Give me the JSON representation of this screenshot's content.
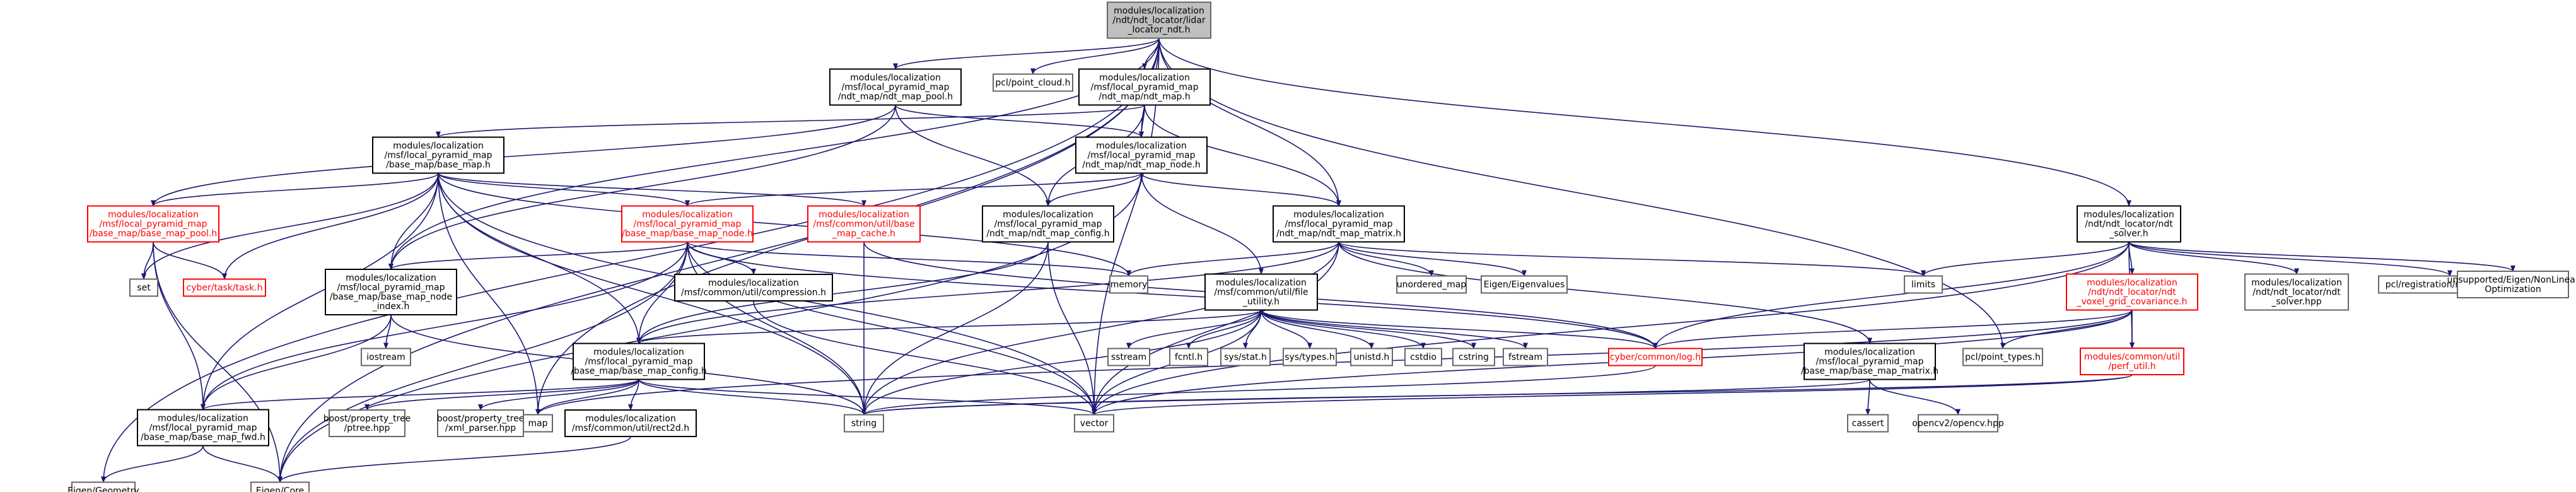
{
  "colors": {
    "edge": "#191970",
    "text": "#000000",
    "text_red": "#ff0000",
    "box_black": "#000000",
    "box_gray": "#666666",
    "box_red": "#ff0000",
    "root_fill": "#bfbfbf",
    "fill": "#ffffff"
  },
  "nodes": [
    {
      "id": "root",
      "kind": "root",
      "lines": [
        "modules/localization",
        "/ndt/ndt_locator/lidar",
        "_locator_ndt.h"
      ]
    },
    {
      "id": "pool_ndt",
      "kind": "file",
      "lines": [
        "modules/localization",
        "/msf/local_pyramid_map",
        "/ndt_map/ndt_map_pool.h"
      ]
    },
    {
      "id": "pcl_pc",
      "kind": "external",
      "lines": [
        "pcl/point_cloud.h"
      ]
    },
    {
      "id": "ndt_map",
      "kind": "file",
      "lines": [
        "modules/localization",
        "/msf/local_pyramid_map",
        "/ndt_map/ndt_map.h"
      ]
    },
    {
      "id": "base_map",
      "kind": "file",
      "lines": [
        "modules/localization",
        "/msf/local_pyramid_map",
        "/base_map/base_map.h"
      ]
    },
    {
      "id": "ndt_node",
      "kind": "file",
      "lines": [
        "modules/localization",
        "/msf/local_pyramid_map",
        "/ndt_map/ndt_map_node.h"
      ]
    },
    {
      "id": "base_pool",
      "kind": "red",
      "lines": [
        "modules/localization",
        "/msf/local_pyramid_map",
        "/base_map/base_map_pool.h"
      ]
    },
    {
      "id": "base_node",
      "kind": "red",
      "lines": [
        "modules/localization",
        "/msf/local_pyramid_map",
        "/base_map/base_map_node.h"
      ]
    },
    {
      "id": "lru_cache",
      "kind": "red",
      "lines": [
        "modules/localization",
        "/msf/common/util/base",
        "_map_cache.h"
      ]
    },
    {
      "id": "ndt_cfg",
      "kind": "file",
      "lines": [
        "modules/localization",
        "/msf/local_pyramid_map",
        "/ndt_map/ndt_map_config.h"
      ]
    },
    {
      "id": "ndt_matrix",
      "kind": "file",
      "lines": [
        "modules/localization",
        "/msf/local_pyramid_map",
        "/ndt_map/ndt_map_matrix.h"
      ]
    },
    {
      "id": "solver",
      "kind": "file",
      "lines": [
        "modules/localization",
        "/ndt/ndt_locator/ndt",
        "_solver.h"
      ]
    },
    {
      "id": "set",
      "kind": "external",
      "lines": [
        "set"
      ]
    },
    {
      "id": "task",
      "kind": "red",
      "lines": [
        "cyber/task/task.h"
      ]
    },
    {
      "id": "node_index",
      "kind": "file",
      "lines": [
        "modules/localization",
        "/msf/local_pyramid_map",
        "/base_map/base_map_node",
        "_index.h"
      ]
    },
    {
      "id": "compression",
      "kind": "file",
      "lines": [
        "modules/localization",
        "/msf/common/util/compression.h"
      ]
    },
    {
      "id": "memory",
      "kind": "external",
      "lines": [
        "memory"
      ]
    },
    {
      "id": "file_util",
      "kind": "file",
      "lines": [
        "modules/localization",
        "/msf/common/util/file",
        "_utility.h"
      ]
    },
    {
      "id": "unordered_map",
      "kind": "external",
      "lines": [
        "unordered_map"
      ]
    },
    {
      "id": "eigenvalues",
      "kind": "external",
      "lines": [
        "Eigen/Eigenvalues"
      ]
    },
    {
      "id": "limits",
      "kind": "external",
      "lines": [
        "limits"
      ]
    },
    {
      "id": "voxel",
      "kind": "red",
      "lines": [
        "modules/localization",
        "/ndt/ndt_locator/ndt",
        "_voxel_grid_covariance.h"
      ]
    },
    {
      "id": "solver_hpp",
      "kind": "external",
      "lines": [
        "modules/localization",
        "/ndt/ndt_locator/ndt",
        "_solver.hpp"
      ]
    },
    {
      "id": "pcl_reg",
      "kind": "external",
      "lines": [
        "pcl/registration/registration.h"
      ]
    },
    {
      "id": "nonlinear",
      "kind": "external",
      "lines": [
        "unsupported/Eigen/NonLinear",
        "Optimization"
      ]
    },
    {
      "id": "iostream",
      "kind": "external",
      "lines": [
        "iostream"
      ]
    },
    {
      "id": "map_config",
      "kind": "file",
      "lines": [
        "modules/localization",
        "/msf/local_pyramid_map",
        "/base_map/base_map_config.h"
      ]
    },
    {
      "id": "sstream",
      "kind": "external",
      "lines": [
        "sstream"
      ]
    },
    {
      "id": "fcntl",
      "kind": "external",
      "lines": [
        "fcntl.h"
      ]
    },
    {
      "id": "sys_stat",
      "kind": "external",
      "lines": [
        "sys/stat.h"
      ]
    },
    {
      "id": "sys_types",
      "kind": "external",
      "lines": [
        "sys/types.h"
      ]
    },
    {
      "id": "unistd",
      "kind": "external",
      "lines": [
        "unistd.h"
      ]
    },
    {
      "id": "cstdio",
      "kind": "external",
      "lines": [
        "cstdio"
      ]
    },
    {
      "id": "cstring",
      "kind": "external",
      "lines": [
        "cstring"
      ]
    },
    {
      "id": "fstream",
      "kind": "external",
      "lines": [
        "fstream"
      ]
    },
    {
      "id": "log",
      "kind": "red",
      "lines": [
        "cyber/common/log.h"
      ]
    },
    {
      "id": "base_matrix",
      "kind": "file",
      "lines": [
        "modules/localization",
        "/msf/local_pyramid_map",
        "/base_map/base_map_matrix.h"
      ]
    },
    {
      "id": "pcl_types",
      "kind": "external",
      "lines": [
        "pcl/point_types.h"
      ]
    },
    {
      "id": "perf",
      "kind": "red",
      "lines": [
        "modules/common/util",
        "/perf_util.h"
      ]
    },
    {
      "id": "ptree",
      "kind": "external",
      "lines": [
        "boost/property_tree",
        "/ptree.hpp"
      ]
    },
    {
      "id": "xml_parser",
      "kind": "external",
      "lines": [
        "boost/property_tree",
        "/xml_parser.hpp"
      ]
    },
    {
      "id": "map",
      "kind": "external",
      "lines": [
        "map"
      ]
    },
    {
      "id": "rect2d",
      "kind": "file",
      "lines": [
        "modules/localization",
        "/msf/common/util/rect2d.h"
      ]
    },
    {
      "id": "string",
      "kind": "external",
      "lines": [
        "string"
      ]
    },
    {
      "id": "vector",
      "kind": "external",
      "lines": [
        "vector"
      ]
    },
    {
      "id": "cassert",
      "kind": "external",
      "lines": [
        "cassert"
      ]
    },
    {
      "id": "opencv",
      "kind": "external",
      "lines": [
        "opencv2/opencv.hpp"
      ]
    },
    {
      "id": "fwd",
      "kind": "file",
      "lines": [
        "modules/localization",
        "/msf/local_pyramid_map",
        "/base_map/base_map_fwd.h"
      ]
    },
    {
      "id": "eigen_geom",
      "kind": "external",
      "lines": [
        "Eigen/Geometry"
      ]
    },
    {
      "id": "eigen_core",
      "kind": "external",
      "lines": [
        "Eigen/Core"
      ]
    }
  ],
  "edges": [
    [
      "root",
      "pool_ndt"
    ],
    [
      "root",
      "pcl_pc"
    ],
    [
      "root",
      "ndt_map"
    ],
    [
      "root",
      "ndt_node"
    ],
    [
      "root",
      "ndt_matrix"
    ],
    [
      "root",
      "node_index"
    ],
    [
      "root",
      "solver"
    ],
    [
      "root",
      "eigen_geom"
    ],
    [
      "root",
      "eigen_core"
    ],
    [
      "root",
      "map"
    ],
    [
      "root",
      "vector"
    ],
    [
      "root",
      "pcl_types"
    ],
    [
      "pool_ndt",
      "base_pool"
    ],
    [
      "pool_ndt",
      "ndt_cfg"
    ],
    [
      "pool_ndt",
      "ndt_node"
    ],
    [
      "pool_ndt",
      "node_index"
    ],
    [
      "ndt_map",
      "base_map"
    ],
    [
      "ndt_map",
      "ndt_node"
    ],
    [
      "ndt_map",
      "ndt_cfg"
    ],
    [
      "ndt_map",
      "ndt_matrix"
    ],
    [
      "base_map",
      "base_pool"
    ],
    [
      "base_map",
      "base_node"
    ],
    [
      "base_map",
      "lru_cache"
    ],
    [
      "base_map",
      "set"
    ],
    [
      "base_map",
      "task"
    ],
    [
      "base_map",
      "node_index"
    ],
    [
      "base_map",
      "memory"
    ],
    [
      "base_map",
      "map_config"
    ],
    [
      "base_map",
      "fwd"
    ],
    [
      "base_map",
      "map"
    ],
    [
      "base_map",
      "string"
    ],
    [
      "base_map",
      "vector"
    ],
    [
      "ndt_node",
      "base_node"
    ],
    [
      "ndt_node",
      "ndt_cfg"
    ],
    [
      "ndt_node",
      "ndt_matrix"
    ],
    [
      "ndt_node",
      "file_util"
    ],
    [
      "ndt_node",
      "eigen_core"
    ],
    [
      "base_pool",
      "set"
    ],
    [
      "base_pool",
      "task"
    ],
    [
      "base_pool",
      "fwd"
    ],
    [
      "base_pool",
      "eigen_core"
    ],
    [
      "base_node",
      "node_index"
    ],
    [
      "base_node",
      "compression"
    ],
    [
      "base_node",
      "memory"
    ],
    [
      "base_node",
      "map_config"
    ],
    [
      "base_node",
      "fwd"
    ],
    [
      "base_node",
      "string"
    ],
    [
      "base_node",
      "vector"
    ],
    [
      "base_node",
      "eigen_core"
    ],
    [
      "base_node",
      "log"
    ],
    [
      "lru_cache",
      "log"
    ],
    [
      "lru_cache",
      "string"
    ],
    [
      "ndt_cfg",
      "map_config"
    ],
    [
      "ndt_cfg",
      "string"
    ],
    [
      "ndt_cfg",
      "vector"
    ],
    [
      "ndt_matrix",
      "memory"
    ],
    [
      "ndt_matrix",
      "unordered_map"
    ],
    [
      "ndt_matrix",
      "eigenvalues"
    ],
    [
      "ndt_matrix",
      "limits"
    ],
    [
      "ndt_matrix",
      "base_matrix"
    ],
    [
      "ndt_matrix",
      "map_config"
    ],
    [
      "ndt_matrix",
      "vector"
    ],
    [
      "ndt_matrix",
      "string"
    ],
    [
      "solver",
      "limits"
    ],
    [
      "solver",
      "voxel"
    ],
    [
      "solver",
      "solver_hpp"
    ],
    [
      "solver",
      "pcl_reg"
    ],
    [
      "solver",
      "nonlinear"
    ],
    [
      "solver",
      "perf"
    ],
    [
      "solver",
      "log"
    ],
    [
      "solver",
      "vector"
    ],
    [
      "node_index",
      "iostream"
    ],
    [
      "node_index",
      "string"
    ],
    [
      "node_index",
      "fwd"
    ],
    [
      "compression",
      "vector"
    ],
    [
      "file_util",
      "sstream"
    ],
    [
      "file_util",
      "fcntl"
    ],
    [
      "file_util",
      "sys_stat"
    ],
    [
      "file_util",
      "sys_types"
    ],
    [
      "file_util",
      "unistd"
    ],
    [
      "file_util",
      "cstdio"
    ],
    [
      "file_util",
      "cstring"
    ],
    [
      "file_util",
      "fstream"
    ],
    [
      "file_util",
      "log"
    ],
    [
      "file_util",
      "string"
    ],
    [
      "file_util",
      "vector"
    ],
    [
      "file_util",
      "map_config"
    ],
    [
      "voxel",
      "log"
    ],
    [
      "voxel",
      "pcl_types"
    ],
    [
      "voxel",
      "perf"
    ],
    [
      "voxel",
      "map"
    ],
    [
      "voxel",
      "vector"
    ],
    [
      "map_config",
      "ptree"
    ],
    [
      "map_config",
      "xml_parser"
    ],
    [
      "map_config",
      "map"
    ],
    [
      "map_config",
      "rect2d"
    ],
    [
      "map_config",
      "string"
    ],
    [
      "map_config",
      "vector"
    ],
    [
      "map_config",
      "fwd"
    ],
    [
      "base_matrix",
      "cassert"
    ],
    [
      "base_matrix",
      "opencv"
    ],
    [
      "base_matrix",
      "string"
    ],
    [
      "perf",
      "vector"
    ],
    [
      "perf",
      "string"
    ],
    [
      "log",
      "string"
    ],
    [
      "rect2d",
      "eigen_core"
    ],
    [
      "fwd",
      "eigen_geom"
    ],
    [
      "fwd",
      "eigen_core"
    ]
  ]
}
